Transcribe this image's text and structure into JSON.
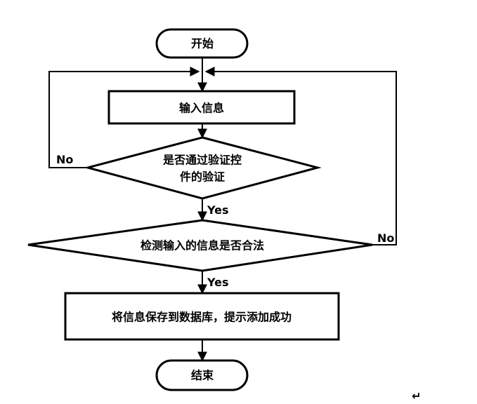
{
  "nodes": {
    "start": "开始",
    "input": "输入信息",
    "check1_line1": "是否通过验证控",
    "check1_line2": "件的验证",
    "check2": "检测输入的信息是否合法",
    "save": "将信息保存到数据库，提示添加成功",
    "end": "结束"
  },
  "edges": {
    "check1_no": "No",
    "check1_yes": "Yes",
    "check2_no": "No",
    "check2_yes": "Yes"
  },
  "paragraph_mark": "↵"
}
